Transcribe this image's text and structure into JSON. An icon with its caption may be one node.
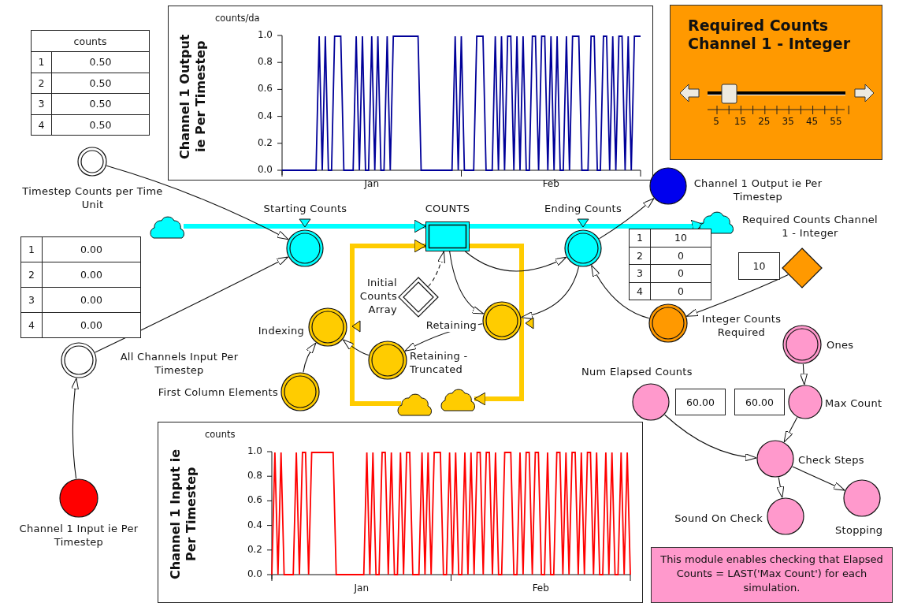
{
  "diagram": {
    "nodes": [
      {
        "text": [
          "Timestep Counts per Time Unit"
        ]
      },
      {
        "text": [
          "All Channels Input Per Timestep"
        ]
      },
      {
        "text": [
          "Channel 1 Input ie Per Timestep"
        ]
      },
      {
        "text": [
          "Starting Counts"
        ]
      },
      {
        "text": [
          "COUNTS"
        ]
      },
      {
        "text": [
          "Ending Counts"
        ]
      },
      {
        "text": [
          "Channel 1 Output ie Per Timestep"
        ]
      },
      {
        "text": [
          "Required Counts Channel 1 - Integer"
        ]
      },
      {
        "text": [
          "Integer Counts Required"
        ]
      },
      {
        "text": [
          "Initial Counts Array"
        ]
      },
      {
        "text": [
          "Retaining"
        ]
      },
      {
        "text": [
          "Indexing"
        ]
      },
      {
        "text": [
          "Retaining - Truncated"
        ]
      },
      {
        "text": [
          "First Column Elements"
        ]
      },
      {
        "text": [
          "Ones"
        ]
      },
      {
        "text": [
          "Max Count"
        ]
      },
      {
        "text": [
          "Num Elapsed Counts"
        ]
      },
      {
        "text": [
          "Check Steps"
        ]
      },
      {
        "text": [
          "Sound On Check"
        ]
      },
      {
        "text": [
          "Stopping"
        ]
      },
      {
        "text": [],
        "shape": "cloud"
      },
      {
        "text": [],
        "shape": "cloud"
      },
      {
        "text": [],
        "shape": "cloud"
      },
      {
        "text": [],
        "shape": "cloud"
      },
      {
        "text": [
          "This module enables checking that Elapsed Counts = LAST('Max Count') for each simulation."
        ]
      },
      {
        "text": [
          "Required Counts Channel 1 - Integer"
        ]
      }
    ],
    "edges": [
      {
        "from": 20,
        "to": 4,
        "arrow": "to",
        "style": "thick",
        "color": "#00ffff"
      },
      {
        "from": 4,
        "to": 21,
        "arrow": "to",
        "style": "thick",
        "color": "#00ffff"
      },
      {
        "from": 22,
        "to": 4,
        "arrow": "to",
        "style": "thick",
        "color": "#ffcc00"
      },
      {
        "from": 4,
        "to": 23,
        "arrow": "to",
        "style": "thick",
        "color": "#ffcc00"
      },
      {
        "from": 0,
        "to": 3,
        "arrow": "to"
      },
      {
        "from": 1,
        "to": 3,
        "arrow": "to"
      },
      {
        "from": 2,
        "to": 1,
        "arrow": "to"
      },
      {
        "from": 9,
        "to": 4,
        "arrow": "to",
        "style": "dashed"
      },
      {
        "from": 4,
        "to": 10,
        "arrow": "to"
      },
      {
        "from": 4,
        "to": 5,
        "arrow": "to"
      },
      {
        "from": 5,
        "to": 10,
        "arrow": "to"
      },
      {
        "from": 10,
        "to": 12,
        "arrow": "to"
      },
      {
        "from": 12,
        "to": 11,
        "arrow": "to"
      },
      {
        "from": 13,
        "to": 11,
        "arrow": "to"
      },
      {
        "from": 5,
        "to": 6,
        "arrow": "to"
      },
      {
        "from": 8,
        "to": 5,
        "arrow": "to"
      },
      {
        "from": 7,
        "to": 8,
        "arrow": "to"
      },
      {
        "from": 14,
        "to": 15,
        "arrow": "to"
      },
      {
        "from": 15,
        "to": 17,
        "arrow": "to"
      },
      {
        "from": 16,
        "to": 17,
        "arrow": "to"
      },
      {
        "from": 17,
        "to": 18,
        "arrow": "to"
      },
      {
        "from": 17,
        "to": 19,
        "arrow": "to"
      }
    ],
    "labels": [
      "counts",
      "1",
      "0.50",
      "2",
      "0.50",
      "3",
      "0.50",
      "4",
      "0.50",
      "counts/da",
      "1.0",
      "0.8",
      "0.6",
      "0.4",
      "0.2",
      "0.0",
      "Jan",
      "Feb",
      "Channel 1 Output ie Per Timestep",
      "5",
      "15",
      "25",
      "35",
      "45",
      "55",
      "1",
      "0.00",
      "2",
      "0.00",
      "3",
      "0.00",
      "4",
      "0.00",
      "1",
      "10",
      "2",
      "0",
      "3",
      "0",
      "4",
      "0",
      "10",
      "60.00",
      "60.00",
      "counts",
      "1.0",
      "0.8",
      "0.6",
      "0.4",
      "0.2",
      "0.0",
      "Jan",
      "Feb",
      "Channel 1 Input ie Per Timestep"
    ]
  }
}
